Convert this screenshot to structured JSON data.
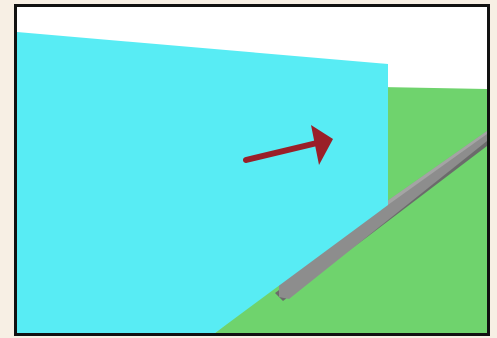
{
  "scene": {
    "colors": {
      "page_background": "#f7efe4",
      "frame_border": "#111111",
      "sky": "#ffffff",
      "ground": "#6fd36d",
      "wall": "#58ecf4",
      "rail": "#8d8d8d",
      "rail_shadow": "#6b6b6b",
      "arrow": "#9a1f28"
    },
    "objects": [
      "ground-plane",
      "cyan-wall",
      "gray-rail",
      "red-arrow"
    ]
  }
}
